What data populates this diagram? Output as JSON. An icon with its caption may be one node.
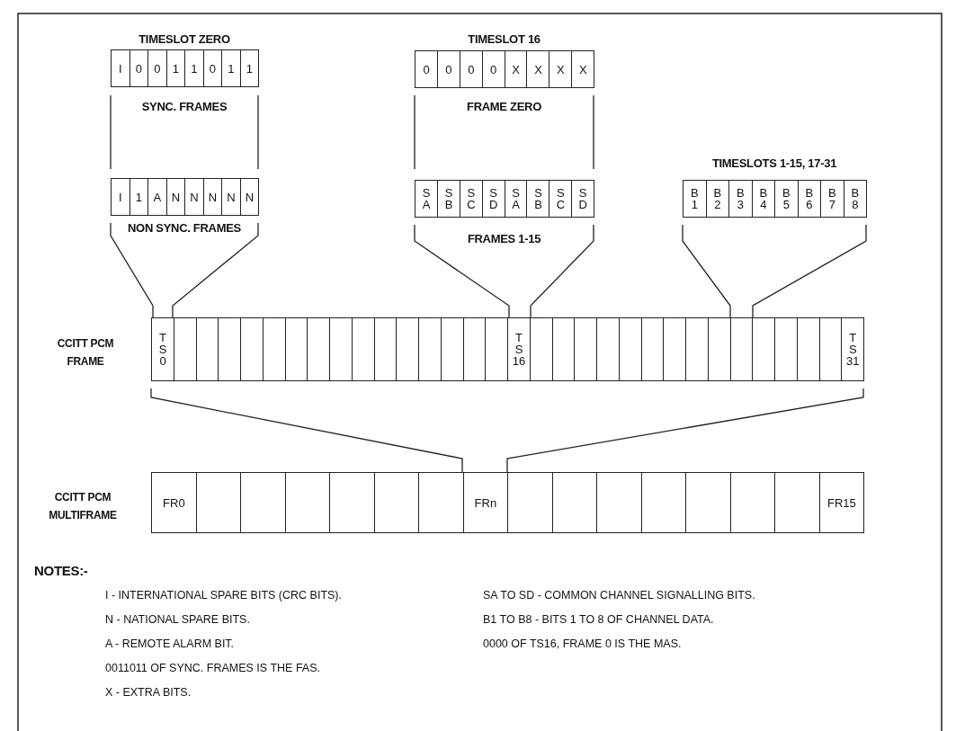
{
  "diagram": {
    "nodes": [
      {
        "text": [
          "I"
        ]
      },
      {
        "text": [
          "0"
        ]
      },
      {
        "text": [
          "0"
        ]
      },
      {
        "text": [
          "1"
        ]
      },
      {
        "text": [
          "1"
        ]
      },
      {
        "text": [
          "0"
        ]
      },
      {
        "text": [
          "1"
        ]
      },
      {
        "text": [
          "1"
        ]
      },
      {
        "text": [
          "0"
        ]
      },
      {
        "text": [
          "0"
        ]
      },
      {
        "text": [
          "0"
        ]
      },
      {
        "text": [
          "0"
        ]
      },
      {
        "text": [
          "X"
        ]
      },
      {
        "text": [
          "X"
        ]
      },
      {
        "text": [
          "X"
        ]
      },
      {
        "text": [
          "X"
        ]
      },
      {
        "text": [
          "I"
        ]
      },
      {
        "text": [
          "1"
        ]
      },
      {
        "text": [
          "A"
        ]
      },
      {
        "text": [
          "N"
        ]
      },
      {
        "text": [
          "N"
        ]
      },
      {
        "text": [
          "N"
        ]
      },
      {
        "text": [
          "N"
        ]
      },
      {
        "text": [
          "N"
        ]
      },
      {
        "text": [
          "S A"
        ]
      },
      {
        "text": [
          "S B"
        ]
      },
      {
        "text": [
          "S C"
        ]
      },
      {
        "text": [
          "S D"
        ]
      },
      {
        "text": [
          "S A"
        ]
      },
      {
        "text": [
          "S B"
        ]
      },
      {
        "text": [
          "S C"
        ]
      },
      {
        "text": [
          "S D"
        ]
      },
      {
        "text": [
          "B 1"
        ]
      },
      {
        "text": [
          "B 2"
        ]
      },
      {
        "text": [
          "B 3"
        ]
      },
      {
        "text": [
          "B 4"
        ]
      },
      {
        "text": [
          "B 5"
        ]
      },
      {
        "text": [
          "B 6"
        ]
      },
      {
        "text": [
          "B 7"
        ]
      },
      {
        "text": [
          "B 8"
        ]
      },
      {
        "text": [
          "T S 0"
        ]
      },
      {
        "text": [],
        "shape": "box"
      },
      {
        "text": [],
        "shape": "box"
      },
      {
        "text": [],
        "shape": "box"
      },
      {
        "text": [],
        "shape": "box"
      },
      {
        "text": [],
        "shape": "box"
      },
      {
        "text": [],
        "shape": "box"
      },
      {
        "text": [],
        "shape": "box"
      },
      {
        "text": [],
        "shape": "box"
      },
      {
        "text": [],
        "shape": "box"
      },
      {
        "text": [],
        "shape": "box"
      },
      {
        "text": [],
        "shape": "box"
      },
      {
        "text": [],
        "shape": "box"
      },
      {
        "text": [],
        "shape": "box"
      },
      {
        "text": [],
        "shape": "box"
      },
      {
        "text": [],
        "shape": "box"
      },
      {
        "text": [
          "T S 16"
        ]
      },
      {
        "text": [],
        "shape": "box"
      },
      {
        "text": [],
        "shape": "box"
      },
      {
        "text": [],
        "shape": "box"
      },
      {
        "text": [],
        "shape": "box"
      },
      {
        "text": [],
        "shape": "box"
      },
      {
        "text": [],
        "shape": "box"
      },
      {
        "text": [],
        "shape": "box"
      },
      {
        "text": [],
        "shape": "box"
      },
      {
        "text": [],
        "shape": "box"
      },
      {
        "text": [],
        "shape": "box"
      },
      {
        "text": [],
        "shape": "box"
      },
      {
        "text": [],
        "shape": "box"
      },
      {
        "text": [],
        "shape": "box"
      },
      {
        "text": [],
        "shape": "box"
      },
      {
        "text": [
          "T S 31"
        ]
      },
      {
        "text": [
          "FR0"
        ]
      },
      {
        "text": [],
        "shape": "box"
      },
      {
        "text": [],
        "shape": "box"
      },
      {
        "text": [],
        "shape": "box"
      },
      {
        "text": [],
        "shape": "box"
      },
      {
        "text": [],
        "shape": "box"
      },
      {
        "text": [],
        "shape": "box"
      },
      {
        "text": [
          "FRn"
        ]
      },
      {
        "text": [],
        "shape": "box"
      },
      {
        "text": [],
        "shape": "box"
      },
      {
        "text": [],
        "shape": "box"
      },
      {
        "text": [],
        "shape": "box"
      },
      {
        "text": [],
        "shape": "box"
      },
      {
        "text": [],
        "shape": "box"
      },
      {
        "text": [],
        "shape": "box"
      },
      {
        "text": [
          "FR15"
        ]
      }
    ],
    "labels": [
      "TIMESLOT ZERO",
      "TIMESLOT 16",
      "SYNC. FRAMES",
      "FRAME ZERO",
      "TIMESLOTS 1-15, 17-31",
      "NON SYNC. FRAMES",
      "FRAMES 1-15",
      "CCITT PCM FRAME",
      "CCITT PCM MULTIFRAME",
      "NOTES:-",
      "I - INTERNATIONAL SPARE BITS (CRC BITS).",
      "SA TO SD - COMMON CHANNEL SIGNALLING BITS.",
      "N - NATIONAL SPARE BITS.",
      "B1 TO B8 - BITS 1 TO 8 OF CHANNEL DATA.",
      "A - REMOTE ALARM BIT.",
      "0000 OF TS16, FRAME 0 IS THE MAS.",
      "0011011 OF SYNC. FRAMES IS THE FAS.",
      "X - EXTRA BITS."
    ]
  }
}
